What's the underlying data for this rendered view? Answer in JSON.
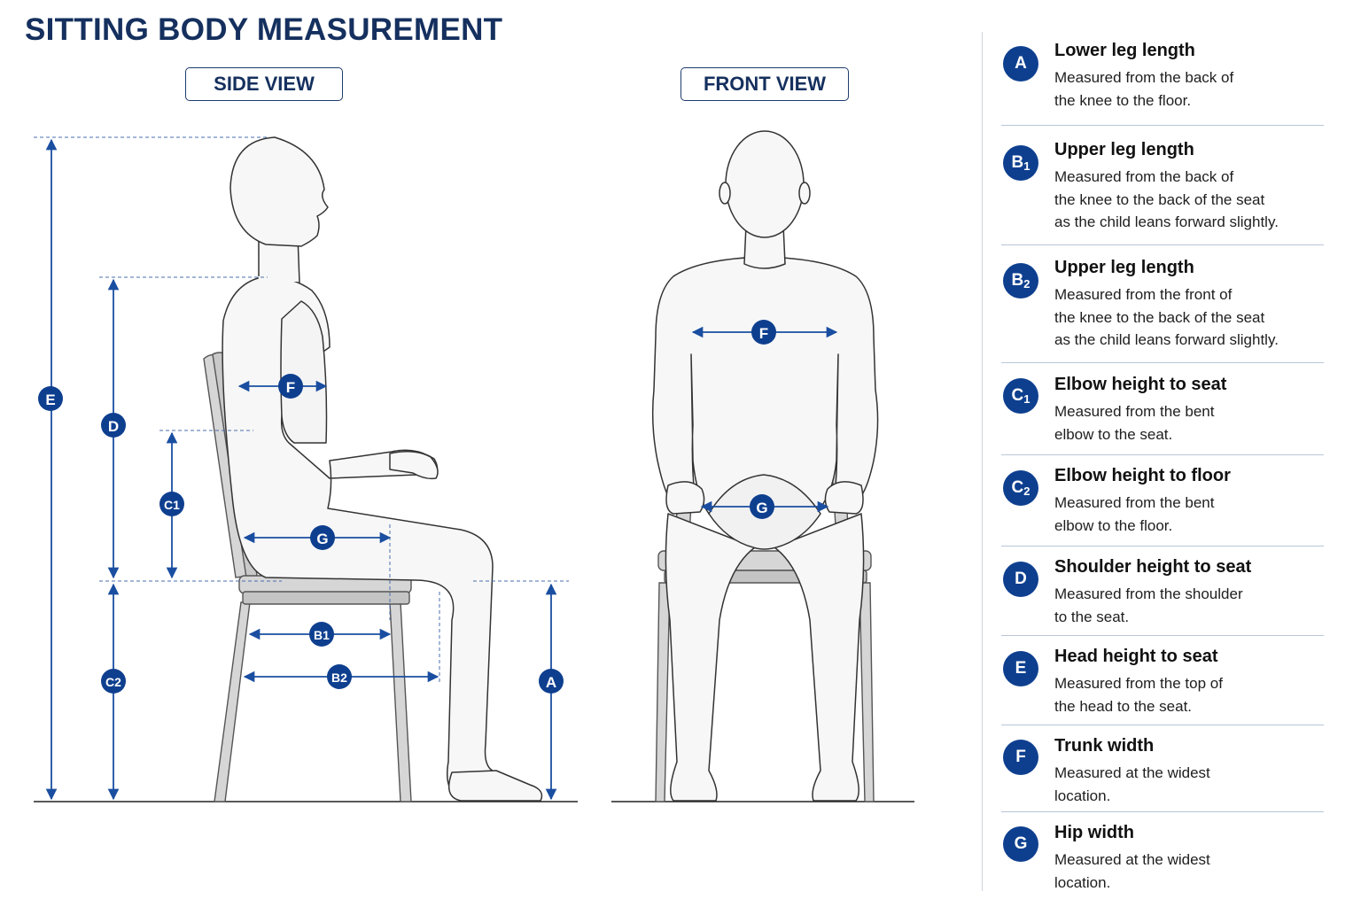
{
  "title": "SITTING BODY MEASUREMENT",
  "views": {
    "side": "SIDE VIEW",
    "front": "FRONT VIEW"
  },
  "colors": {
    "accent": "#0e3f8f",
    "title": "#15305e",
    "line": "#1a4ea0"
  },
  "markers": {
    "A": "A",
    "B1": "B1",
    "B2": "B2",
    "C1": "C1",
    "C2": "C2",
    "D": "D",
    "E": "E",
    "F": "F",
    "G": "G"
  },
  "legend": [
    {
      "letter": "A",
      "sub": "",
      "title": "Lower leg length",
      "desc": "Measured from the back of\nthe knee to the floor."
    },
    {
      "letter": "B",
      "sub": "1",
      "title": "Upper leg length",
      "desc": "Measured from the back of\nthe knee to the back of the seat\nas the child leans forward slightly."
    },
    {
      "letter": "B",
      "sub": "2",
      "title": "Upper leg length",
      "desc": "Measured from the front of\nthe knee to the back of the seat\nas the child leans forward slightly."
    },
    {
      "letter": "C",
      "sub": "1",
      "title": "Elbow height to seat",
      "desc": "Measured from the bent\nelbow to the seat."
    },
    {
      "letter": "C",
      "sub": "2",
      "title": "Elbow height to floor",
      "desc": "Measured from the bent\nelbow to the floor."
    },
    {
      "letter": "D",
      "sub": "",
      "title": "Shoulder height to seat",
      "desc": "Measured from the shoulder\nto the seat."
    },
    {
      "letter": "E",
      "sub": "",
      "title": "Head height to seat",
      "desc": "Measured from the top of\nthe head to the seat."
    },
    {
      "letter": "F",
      "sub": "",
      "title": "Trunk width",
      "desc": "Measured at the widest\nlocation."
    },
    {
      "letter": "G",
      "sub": "",
      "title": "Hip width",
      "desc": "Measured at the widest\nlocation."
    }
  ]
}
